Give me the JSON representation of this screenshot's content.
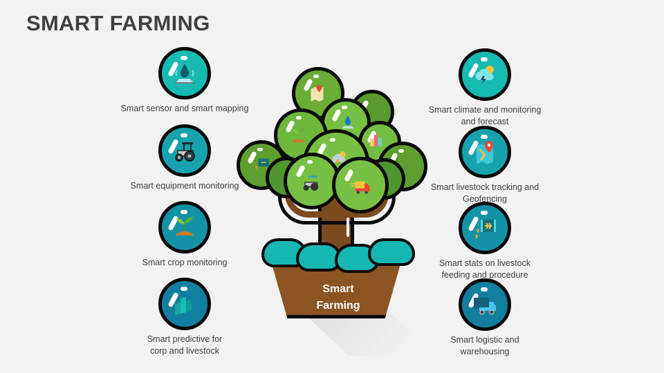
{
  "title": "SMART FARMING",
  "center": {
    "line1": "Smart",
    "line2": "Farming"
  },
  "colors": {
    "teal_light": "#19bcb5",
    "teal_mid": "#1596a8",
    "teal_dark": "#127fa0",
    "leaf_green": "#78c043",
    "leaf_dark": "#5a9a2e",
    "trunk_brown": "#7b4a1e",
    "pot_brown": "#8a5523",
    "title_gray": "#404040"
  },
  "left_features": [
    {
      "label": "Smart sensor and smart mapping",
      "icon": "water-sensor-icon"
    },
    {
      "label": "Smart equipment monitoring",
      "icon": "tractor-icon"
    },
    {
      "label": "Smart crop monitoring",
      "icon": "sprout-icon"
    },
    {
      "label": "Smart predictive for corp and livestock",
      "icon": "bar-chart-icon"
    }
  ],
  "right_features": [
    {
      "label": "Smart climate and monitoring and forecast",
      "icon": "weather-cloud-icon"
    },
    {
      "label": "Smart livestock tracking and Geofencing",
      "icon": "map-pin-icon"
    },
    {
      "label": "Smart stats on livestock feeding and procedure",
      "icon": "feed-sack-icon"
    },
    {
      "label": "Smart logistic and warehousing",
      "icon": "delivery-truck-icon"
    }
  ]
}
